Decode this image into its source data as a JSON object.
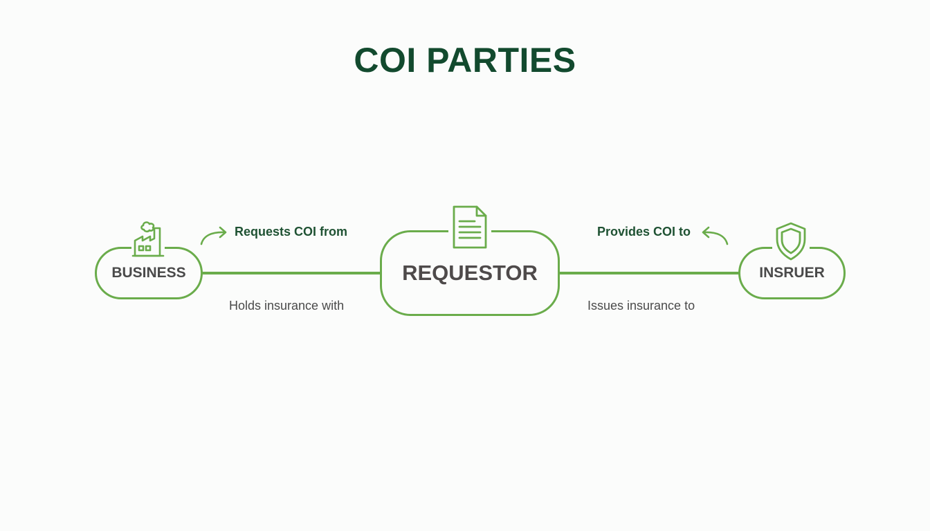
{
  "title": "COI PARTIES",
  "nodes": {
    "business": {
      "label": "BUSINESS",
      "icon": "factory-icon"
    },
    "requestor": {
      "label": "REQUESTOR",
      "icon": "document-icon"
    },
    "insurer": {
      "label": "INSRUER",
      "icon": "shield-icon"
    }
  },
  "relations": {
    "business_requestor_top": "Requests COI from",
    "business_requestor_bottom": "Holds insurance with",
    "requestor_insurer_top": "Provides COI to",
    "requestor_insurer_bottom": "Issues insurance to"
  },
  "colors": {
    "accent_green": "#6aac4b",
    "title_green": "#124a2e",
    "label_green": "#1f5233",
    "node_text": "#4a4a4a",
    "background": "#fbfcfb"
  }
}
